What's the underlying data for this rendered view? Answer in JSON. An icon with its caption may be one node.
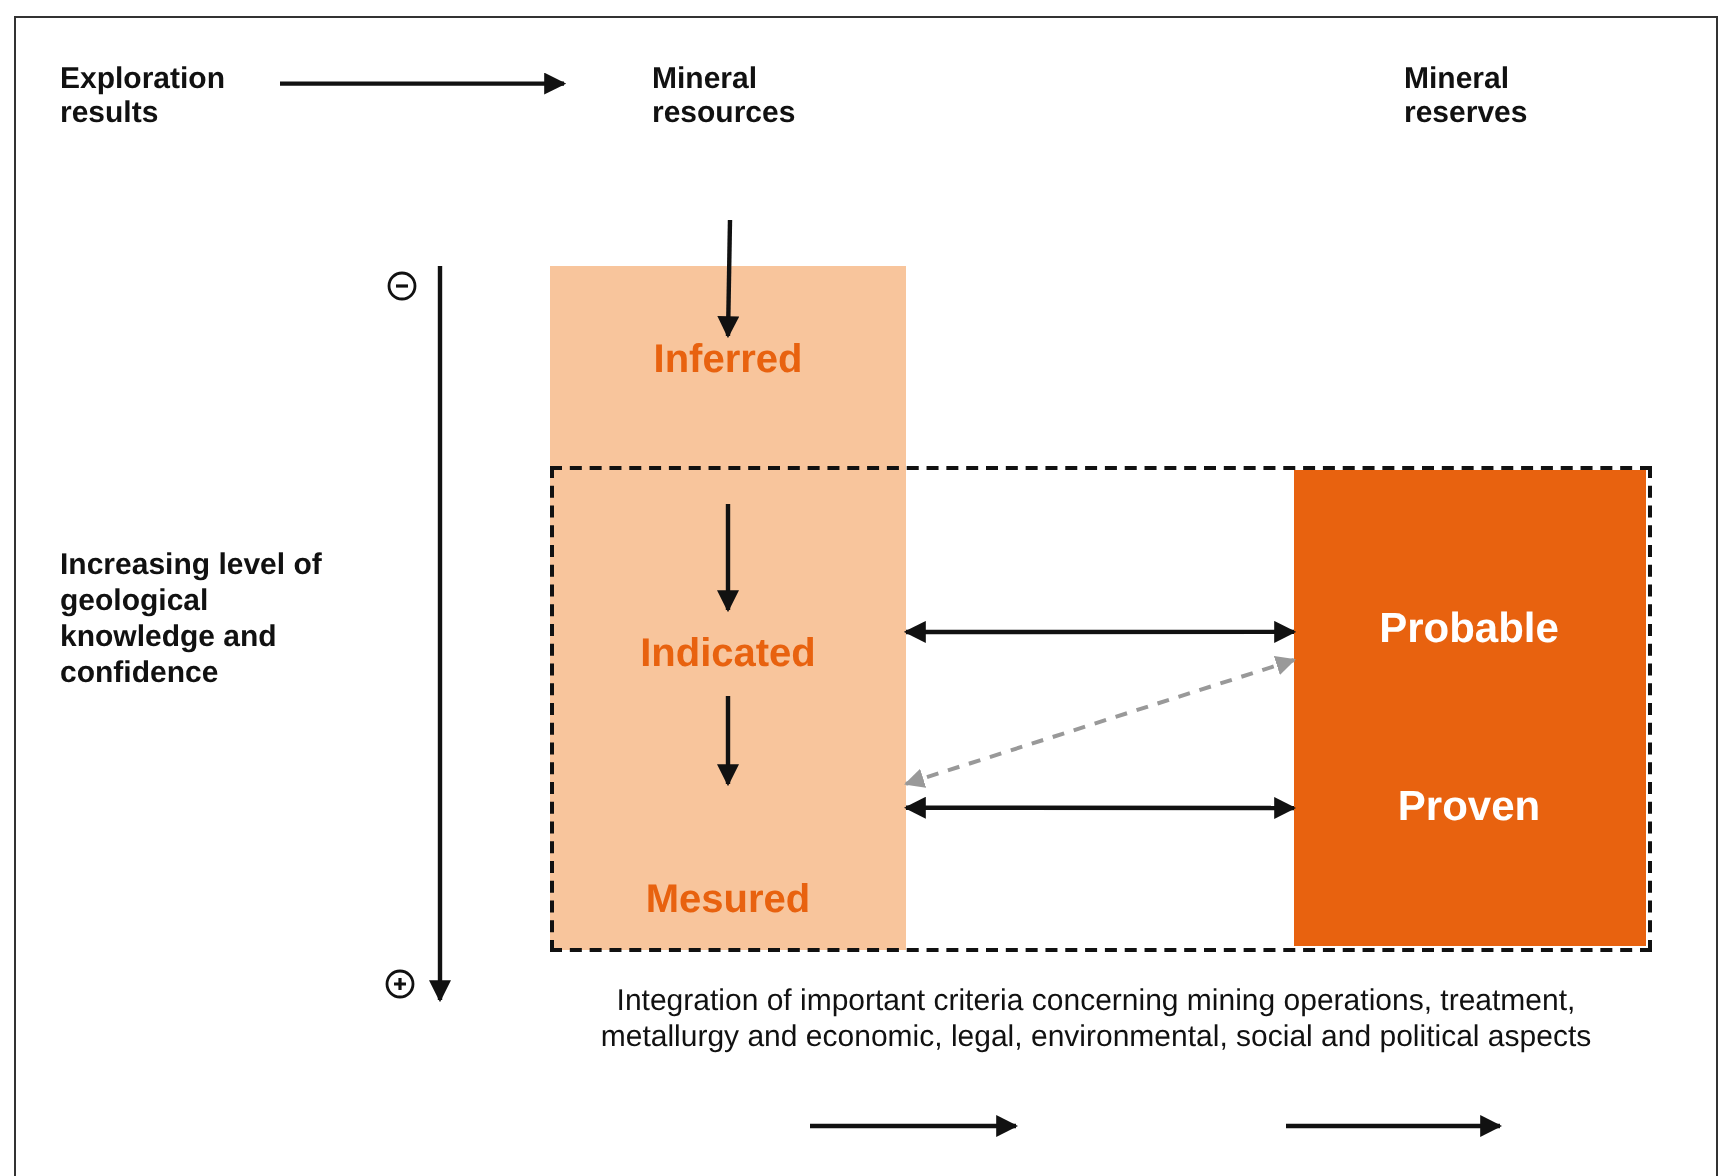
{
  "diagram": {
    "nodes": [
      {
        "text": [
          "Exploration results"
        ]
      },
      {
        "text": [
          "Mineral resources"
        ]
      },
      {
        "text": [
          "Mineral reserves"
        ]
      },
      {
        "text": [],
        "shape": "bar"
      },
      {
        "text": [
          "Inferred"
        ],
        "in": 3
      },
      {
        "text": [
          "Indicated"
        ]
      },
      {
        "text": [
          "Mesured"
        ]
      },
      {
        "text": [],
        "shape": "box"
      },
      {
        "text": [],
        "shape": "box",
        "in": 7
      },
      {
        "text": [
          "Probable"
        ],
        "in": 8
      },
      {
        "text": [
          "Proven"
        ],
        "in": 8
      }
    ],
    "edges": [
      {
        "from": 0,
        "to": 1,
        "arrow": "to"
      },
      {
        "from": null,
        "to": 4,
        "arrow": "to"
      },
      {
        "from": 4,
        "to": 5,
        "arrow": "to"
      },
      {
        "from": 5,
        "to": 6,
        "arrow": "to"
      },
      {
        "from": 3,
        "to": 8,
        "arrow": "both"
      },
      {
        "from": 3,
        "to": 8,
        "arrow": "both"
      },
      {
        "from": 3,
        "to": 8,
        "arrow": "both",
        "style": "dashed",
        "color": "#999999"
      }
    ],
    "labels": [
      "Increasing level of geological knowledge and confidence",
      "Integration of important criteria concerning mining operations, treatment, metallurgy and economic, legal, environmental, social and political aspects"
    ]
  }
}
